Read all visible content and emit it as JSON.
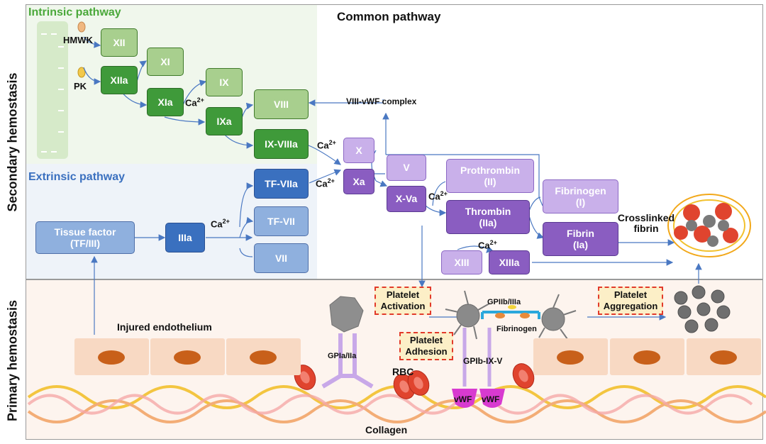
{
  "labels": {
    "intrinsic": "Intrinsic pathway",
    "extrinsic": "Extrinsic pathway",
    "common": "Common pathway",
    "secondary": "Secondary hemostasis",
    "primary": "Primary hemostasis",
    "hmwk": "HMWK",
    "pk": "PK",
    "ca_base": "Ca",
    "ca_sup": "2+",
    "viii_vwf": "VIII-vWF complex",
    "crosslinked": "Crosslinked fibrin",
    "injured": "Injured endothelium",
    "gpia": "GPIa/IIa",
    "rbc": "RBC",
    "gpib": "GPIb-IX-V",
    "gpiib": "GPIIb/IIIa",
    "fibrinogen_small": "Fibrinogen",
    "vwf": "vWF",
    "collagen": "Collagen"
  },
  "boxes": {
    "xii": "XII",
    "xiia": "XIIa",
    "xi": "XI",
    "xia": "XIa",
    "ix": "IX",
    "ixa": "IXa",
    "viii": "VIII",
    "ix_viiia": "IX-VIIIa",
    "tf_viia": "TF-VIIa",
    "tf_vii": "TF-VII",
    "vii": "VII",
    "tissue_factor": "Tissue factor",
    "tissue_factor_sub": "(TF/III)",
    "iiia": "IIIa",
    "x": "X",
    "xa": "Xa",
    "v": "V",
    "x_va": "X-Va",
    "prothrombin": "Prothrombin",
    "prothrombin_sub": "(II)",
    "thrombin": "Thrombin",
    "thrombin_sub": "(IIa)",
    "fibrinogen": "Fibrinogen",
    "fibrinogen_sub": "(I)",
    "fibrin": "Fibrin",
    "fibrin_sub": "(Ia)",
    "xiii": "XIII",
    "xiiia": "XIIIa"
  },
  "notes": {
    "activation": [
      "Platelet",
      "Activation"
    ],
    "adhesion": [
      "Platelet",
      "Adhesion"
    ],
    "aggregation": [
      "Platelet",
      "Aggregation"
    ]
  }
}
